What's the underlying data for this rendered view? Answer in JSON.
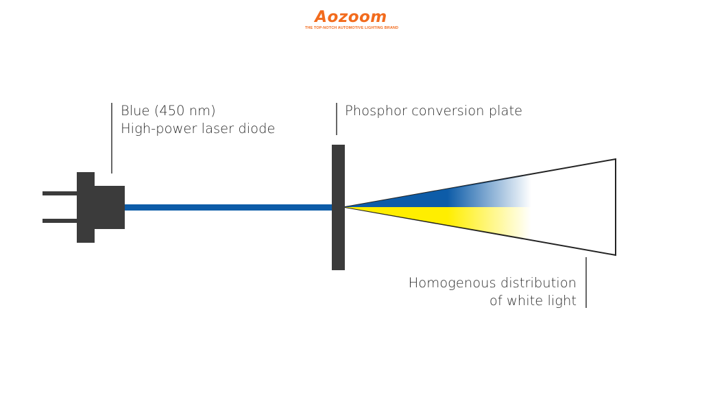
{
  "logo": {
    "brand": "Aozoom",
    "tagline": "THE TOP-NOTCH AUTOMOTIVE LIGHTING BRAND"
  },
  "labels": {
    "laser": {
      "line1": "Blue (450 nm)",
      "line2": "High-power laser diode"
    },
    "plate": {
      "line1": "Phosphor conversion plate"
    },
    "output": {
      "line1": "Homogenous distribution",
      "line2": "of white light"
    }
  },
  "colors": {
    "brand": "#f26b1d",
    "beam_blue": "#0d5ca8",
    "yellow": "#ffee00",
    "component": "#3b3b3b",
    "text": "#2b2b2b"
  }
}
